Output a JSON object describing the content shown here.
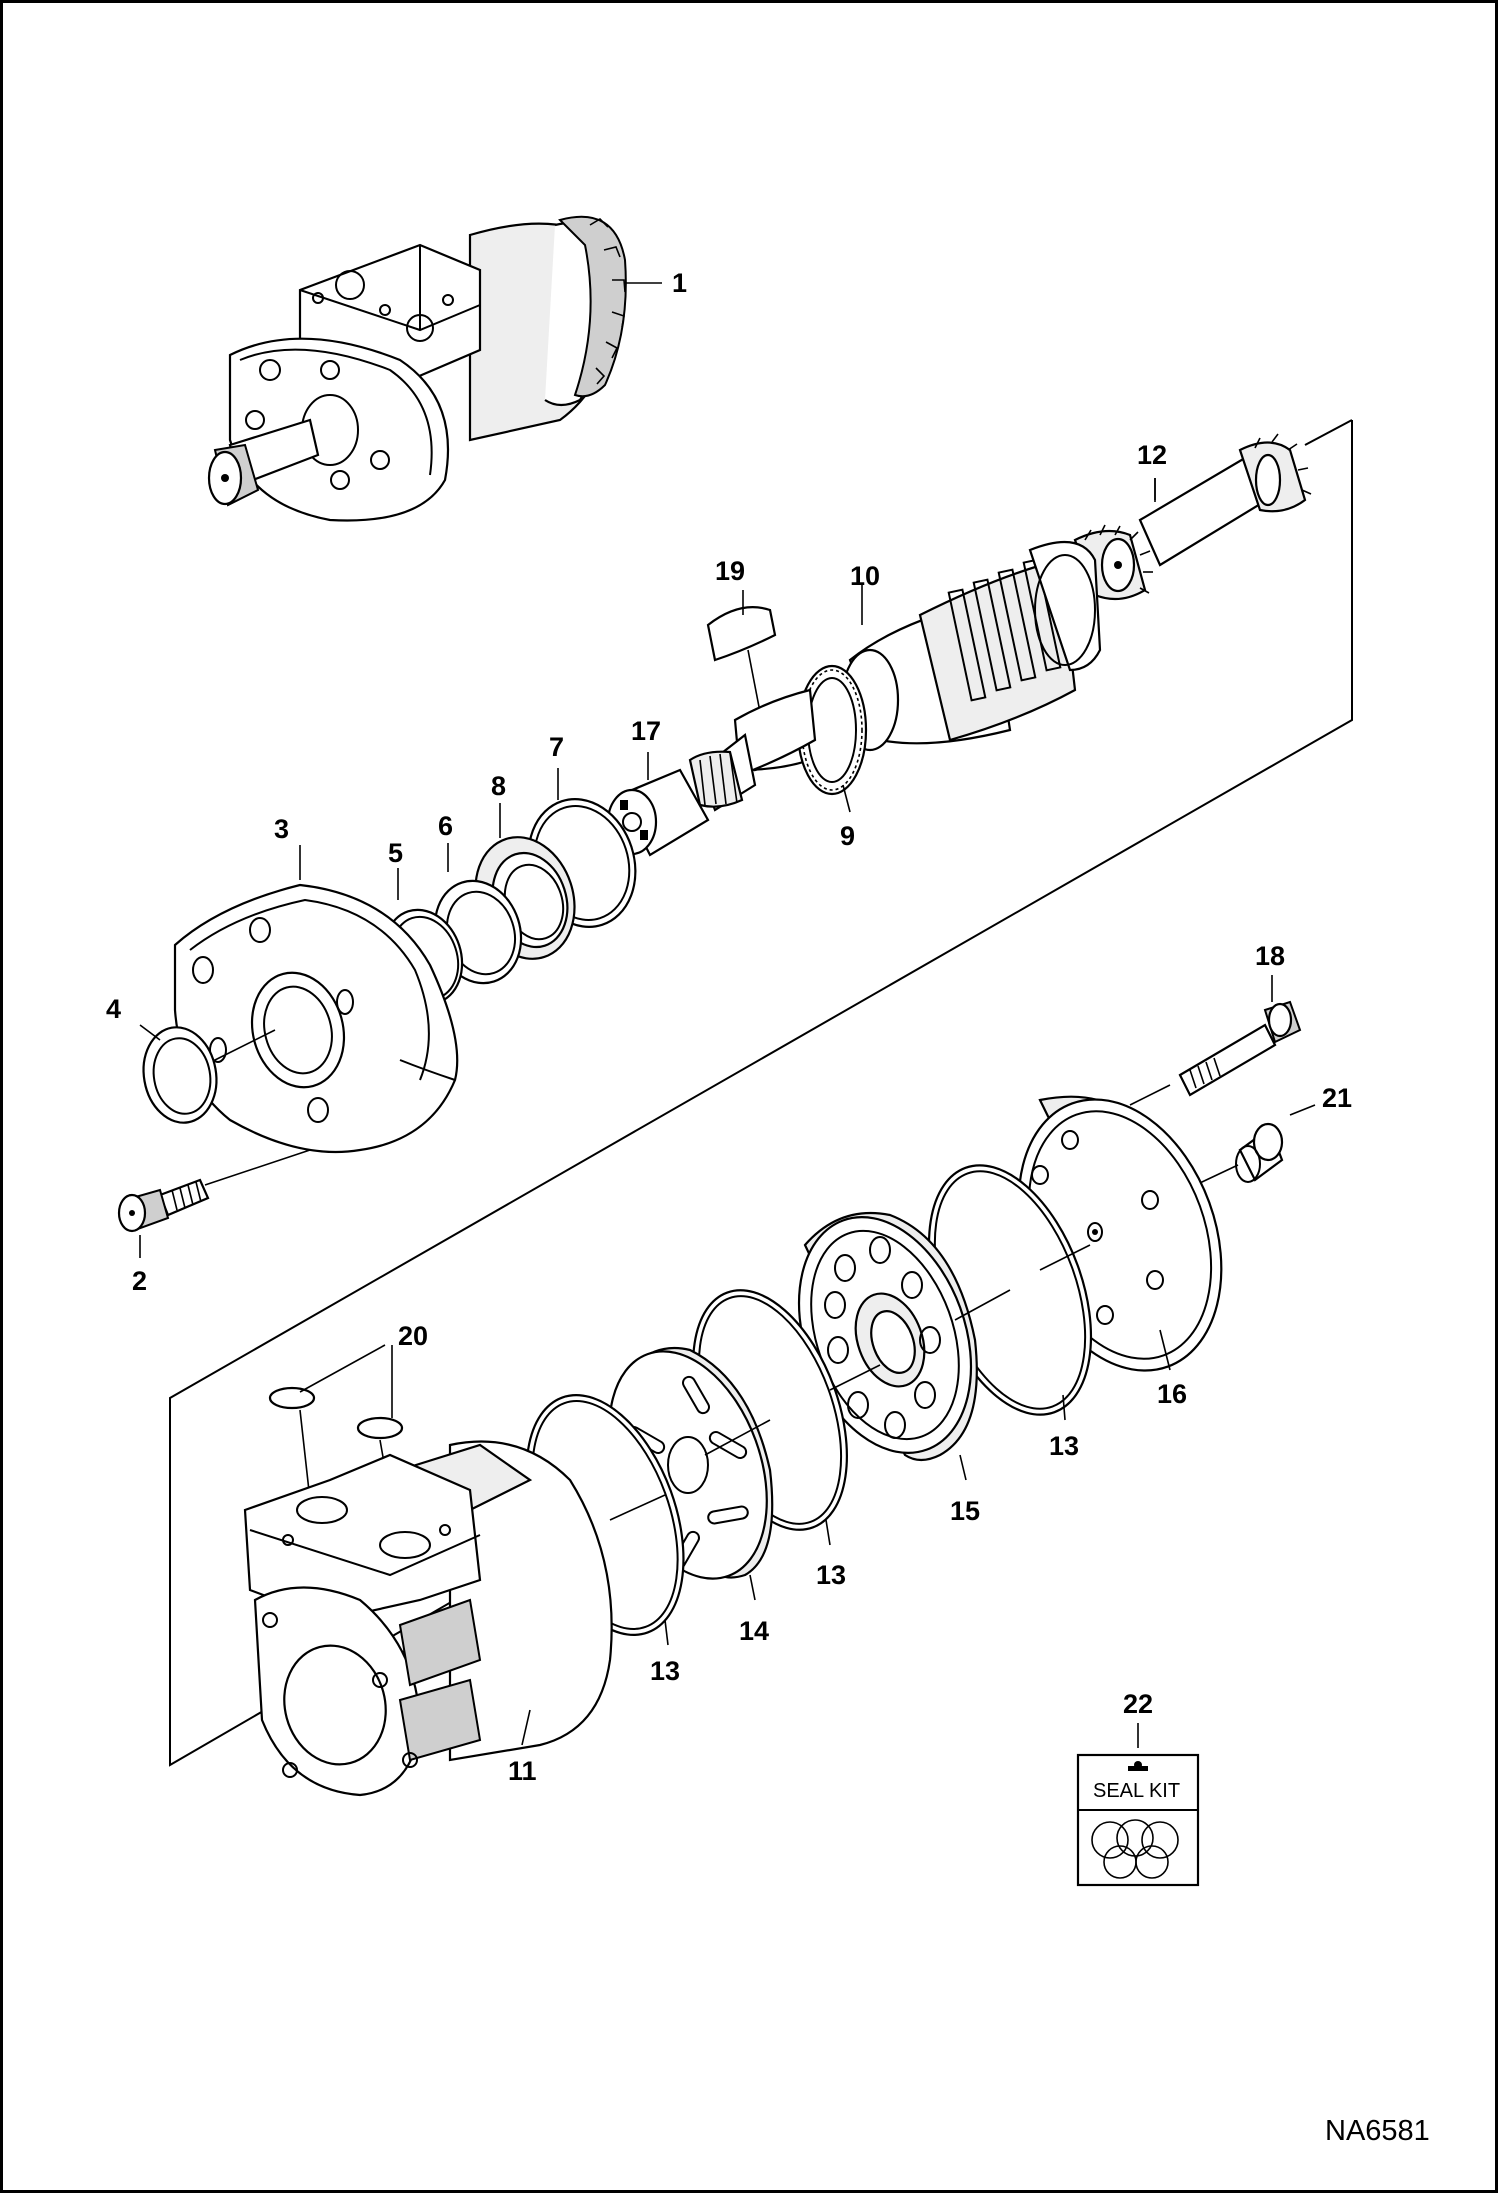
{
  "callouts": {
    "c1": "1",
    "c2": "2",
    "c3": "3",
    "c4": "4",
    "c5": "5",
    "c6": "6",
    "c7": "7",
    "c8": "8",
    "c9": "9",
    "c10": "10",
    "c11": "11",
    "c12": "12",
    "c13a": "13",
    "c13b": "13",
    "c13c": "13",
    "c14": "14",
    "c15": "15",
    "c16": "16",
    "c17": "17",
    "c18": "18",
    "c19": "19",
    "c20": "20",
    "c21": "21",
    "c22": "22"
  },
  "seal_kit_label": "SEAL KIT",
  "drawing_code": "NA6581"
}
